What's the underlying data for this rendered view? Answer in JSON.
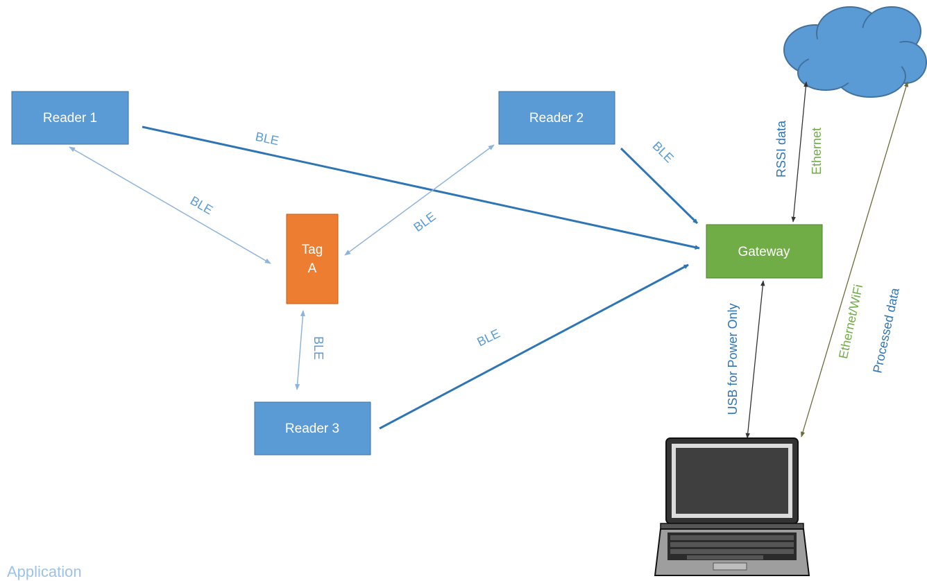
{
  "nodes": {
    "reader1": "Reader 1",
    "reader2": "Reader 2",
    "reader3": "Reader 3",
    "tag_line1": "Tag",
    "tag_line2": "A",
    "gateway": "Gateway"
  },
  "labels": {
    "ble": "BLE",
    "rssi": "RSSI data",
    "ethernet": "Ethernet",
    "usb": "USB for Power Only",
    "eth_wifi": "Ethernet/WiFi",
    "processed": "Processed data"
  },
  "footer": {
    "caption": "Application"
  },
  "colors": {
    "box_blue": "#5b9bd5",
    "tag_orange": "#ed7d31",
    "gateway_green": "#70ad47",
    "cloud_blue": "#5b9bd5",
    "arrow_blue": "#2e75b6",
    "label_blue": "#5b9bd5",
    "label_green": "#70ad47",
    "thin_arrow": "#8fb4dc"
  },
  "icons": {
    "cloud": "cloud-icon",
    "laptop": "laptop-icon"
  }
}
